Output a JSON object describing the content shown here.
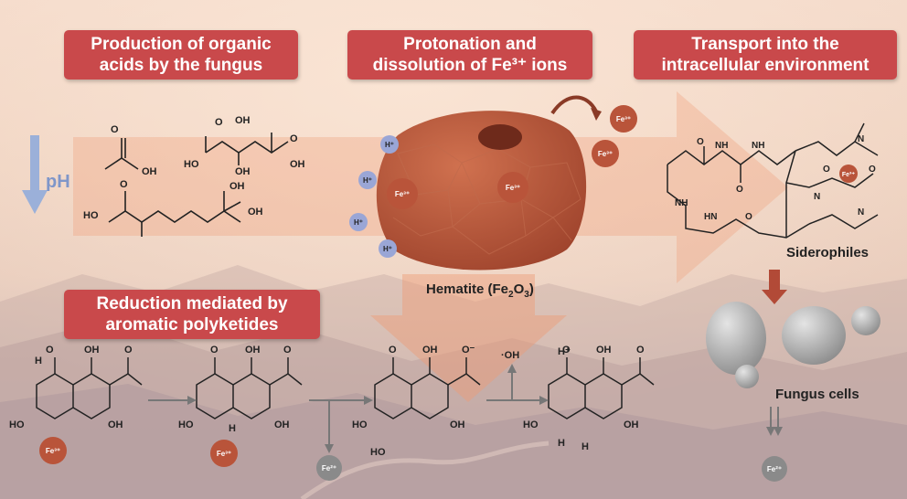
{
  "banners": {
    "organic_acids": "Production of organic acids by the fungus",
    "protonation": "Protonation and dissolution of Fe³⁺ ions",
    "transport": "Transport into the intracellular environment",
    "reduction": "Reduction mediated by aromatic polyketides"
  },
  "labels": {
    "ph": "pH",
    "hematite_pre": "Hematite (Fe",
    "hematite_sub1": "2",
    "hematite_mid": "O",
    "hematite_sub2": "3",
    "hematite_post": ")",
    "siderophiles": "Siderophiles",
    "fungus_cells": "Fungus cells"
  },
  "ions": {
    "fe3": "Fe³⁺",
    "fe2": "Fe²⁺",
    "h_plus": "H⁺",
    "oh_radical": "·OH"
  },
  "atoms": {
    "OH": "OH",
    "HO": "HO",
    "O": "O",
    "H": "H",
    "N": "N",
    "NH": "NH",
    "HN": "HN",
    "OminusO": "O⁻"
  },
  "colors": {
    "banner": "#c9494b",
    "hematite": "#b8573c",
    "fe3_ion": "#b9543a",
    "fe2_ion": "#8a8a8a",
    "h_ion": "#9aa6d6",
    "arrow": "#e9a685",
    "cell": "#a7a7a7",
    "ph_arrow": "#9bb0d9"
  }
}
